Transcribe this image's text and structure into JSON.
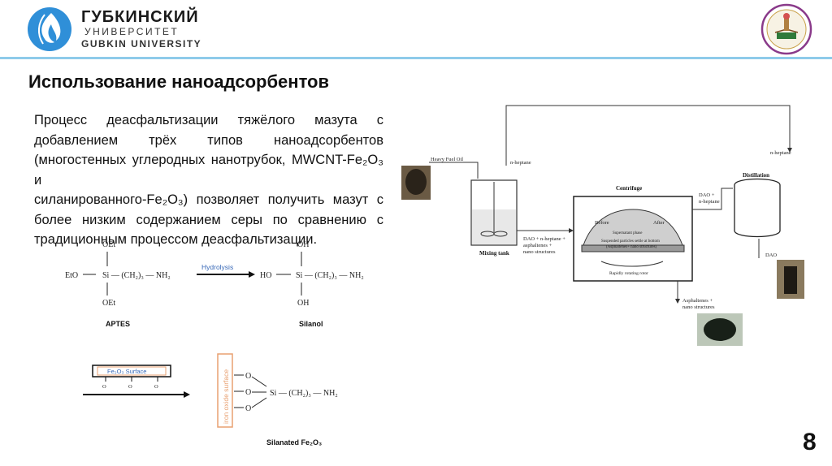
{
  "header": {
    "org_line1": "ГУБКИНСКИЙ",
    "org_line2": "УНИВЕРСИТЕТ",
    "org_line3": "GUBKIN UNIVERSITY"
  },
  "slide": {
    "title": "Использование наноадсорбентов",
    "paragraph_lines": [
      "Процесс деасфальтизации тяжёлого мазута с",
      "добавлением трёх типов наноадсорбентов",
      "(многостенных углеродных нанотрубок, MWCNT-Fe₂O₃ и",
      "силанированного-Fe₂O₃) позволяет получить мазут с",
      "более низким содержанием серы по сравнению с",
      "традиционным процессом деасфальтизации."
    ],
    "page_number": "8"
  },
  "reaction": {
    "reactant_top": "OEt",
    "reactant_left": "EtO",
    "reactant_chain": "Si — (CH₂)₃ — NH₂",
    "reactant_bottom": "OEt",
    "reactant_name": "APTES",
    "arrow_label": "Hydrolysis",
    "product_top": "OH",
    "product_left": "HO",
    "product_chain": "Si — (CH₂)₃ — NH₂",
    "product_bottom": "OH",
    "product_name": "Silanol",
    "surface_label": "Fe₂O₃ Surface",
    "oxide_surface_label": "iron oxide surface",
    "silanated_chain": "Si — (CH₂)₃ — NH₂",
    "silanated_name": "Silanated Fe₂O₃",
    "o_label": "O"
  },
  "process": {
    "heavy_fuel_oil": "Heavy Fuel Oil",
    "n_heptane_top": "n-heptane",
    "mixing_tank": "Mixing tank",
    "dao_stream": "DAO + n-heptane +",
    "dao_stream2": "asphaltenes +",
    "dao_stream3": "nano structures",
    "centrifuge": "Centrifuge",
    "before": "Before",
    "after": "After",
    "supernatant": "Supernatant phase",
    "suspended": "Suspended particles settle at bottom",
    "suspended2": "(Asphaltenes+ nano structures)",
    "rotating": "Rapidly rotating rotor",
    "dao_nheptane": "DAO +",
    "dao_nheptane2": "n-heptane",
    "distillation": "Distillation",
    "n_heptane_right": "n-heptane",
    "dao": "DAO",
    "asphaltenes": "Asphaltenes +",
    "asphaltenes2": "nano structures"
  },
  "colors": {
    "accent_line": "#8ecbea",
    "logo_blue": "#2f8fd8",
    "surface_box": "#e8a070",
    "arrow_blue": "#2a5aa8"
  }
}
